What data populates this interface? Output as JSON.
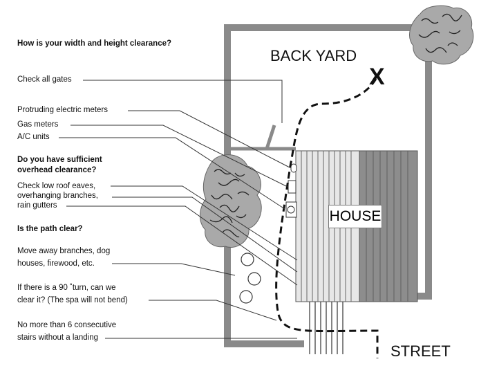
{
  "title": "How is your width and height clearance?",
  "labels": {
    "gates": "Check all gates",
    "meters": "Protruding electric meters",
    "gas": "Gas meters",
    "ac": "A/C units"
  },
  "overhead": {
    "heading_line1": "Do you have sufficient",
    "heading_line2": "overhead clearance?",
    "item_line1": "Check low roof eaves,",
    "item_line2": "overhanging branches,",
    "item_line3": "rain gutters"
  },
  "path": {
    "heading": "Is the path clear?",
    "move_line1": "Move away branches, dog",
    "move_line2": "houses, firewood, etc.",
    "turn_line1": "If there is a 90 ˚turn, can we",
    "turn_line2": "clear it? (The spa will not bend)",
    "stairs_line1": "No more than 6 consecutive",
    "stairs_line2": "stairs without a landing"
  },
  "areas": {
    "back_yard": "BACK YARD",
    "house": "HOUSE",
    "street": "STREET",
    "destination_mark": "X"
  }
}
